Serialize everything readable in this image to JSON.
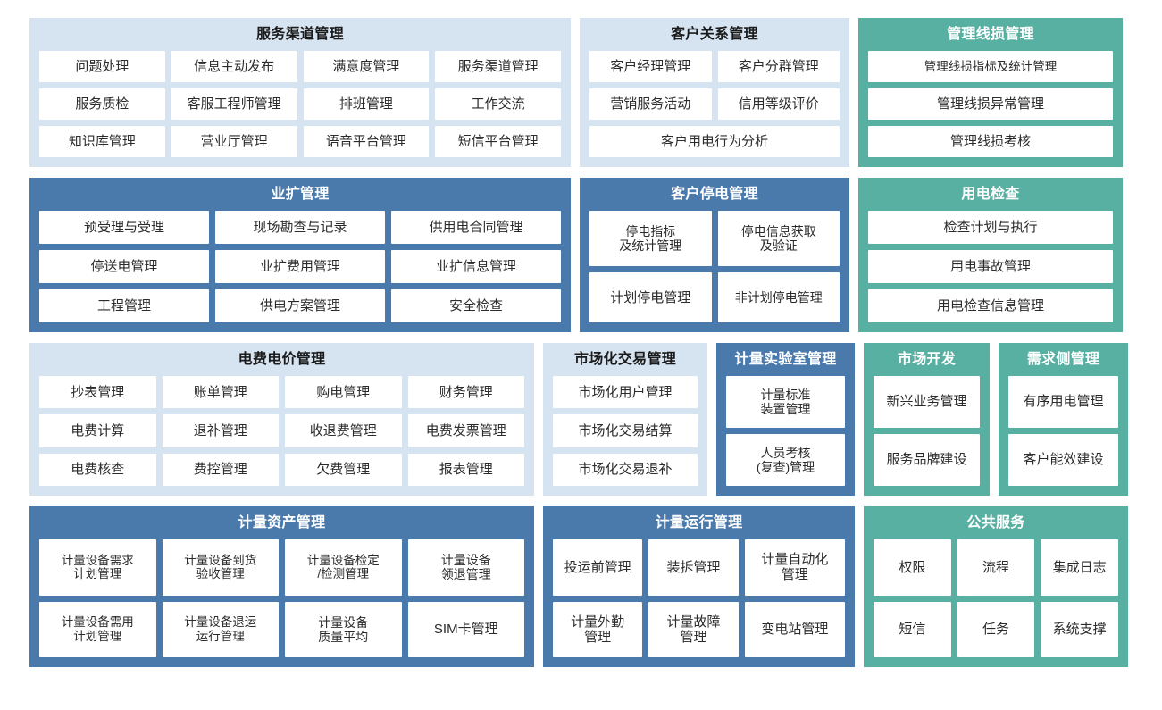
{
  "theme": {
    "light_blue": "#d6e3f0",
    "blue": "#4a7aac",
    "teal": "#57b0a1",
    "tile_bg": "#ffffff",
    "page_bg": "#ffffff"
  },
  "rows": [
    {
      "id": "row-1",
      "panels": [
        {
          "id": "service-channel-management",
          "title": "服务渠道管理",
          "style": "lightblue",
          "grid": "g-4x3",
          "tiles": [
            "问题处理",
            "信息主动发布",
            "满意度管理",
            "服务渠道管理",
            "服务质检",
            "客服工程师管理",
            "排班管理",
            "工作交流",
            "知识库管理",
            "营业厅管理",
            "语音平台管理",
            "短信平台管理"
          ]
        },
        {
          "id": "customer-relationship-management",
          "title": "客户关系管理",
          "style": "lightblue",
          "grid": "g-2x2-span",
          "tiles": [
            "客户经理管理",
            "客户分群管理",
            "营销服务活动",
            "信用等级评价",
            "客户用电行为分析"
          ]
        },
        {
          "id": "management-line-loss-management",
          "title": "管理线损管理",
          "style": "teal",
          "grid": "g-1x3",
          "tiles": [
            "管理线损指标及统计管理",
            "管理线损异常管理",
            "管理线损考核"
          ]
        }
      ]
    },
    {
      "id": "row-2",
      "panels": [
        {
          "id": "business-expansion-management",
          "title": "业扩管理",
          "style": "blue",
          "grid": "g-3x3",
          "tiles": [
            "预受理与受理",
            "现场勘查与记录",
            "供用电合同管理",
            "停送电管理",
            "业扩费用管理",
            "业扩信息管理",
            "工程管理",
            "供电方案管理",
            "安全检查"
          ]
        },
        {
          "id": "customer-outage-management",
          "title": "客户停电管理",
          "style": "blue",
          "grid": "g-cust-outage",
          "tiles": [
            "停电指标\n及统计管理",
            "停电信息获取\n及验证",
            "计划停电管理",
            "非计划停电管理"
          ]
        },
        {
          "id": "electricity-usage-inspection",
          "title": "用电检查",
          "style": "teal",
          "grid": "g-1x3",
          "tiles": [
            "检查计划与执行",
            "用电事故管理",
            "用电检查信息管理"
          ]
        }
      ]
    },
    {
      "id": "row-3",
      "panels": [
        {
          "id": "electricity-fee-price-management",
          "title": "电费电价管理",
          "style": "lightblue",
          "grid": "g-4x3",
          "tiles": [
            "抄表管理",
            "账单管理",
            "购电管理",
            "财务管理",
            "电费计算",
            "退补管理",
            "收退费管理",
            "电费发票管理",
            "电费核查",
            "费控管理",
            "欠费管理",
            "报表管理"
          ]
        },
        {
          "id": "market-trading-management",
          "title": "市场化交易管理",
          "style": "lightblue",
          "grid": "g-1x3",
          "tiles": [
            "市场化用户管理",
            "市场化交易结算",
            "市场化交易退补"
          ]
        },
        {
          "id": "metering-laboratory-management",
          "title": "计量实验室管理",
          "style": "blue",
          "grid": "g-1x2",
          "tiles": [
            "计量标准\n装置管理",
            "人员考核\n(复查)管理"
          ]
        },
        {
          "id": "market-development",
          "title": "市场开发",
          "style": "teal",
          "grid": "g-1x2",
          "tiles": [
            "新兴业务管理",
            "服务品牌建设"
          ]
        },
        {
          "id": "demand-side-management",
          "title": "需求侧管理",
          "style": "teal",
          "grid": "g-1x2",
          "tiles": [
            "有序用电管理",
            "客户能效建设"
          ]
        }
      ]
    },
    {
      "id": "row-4",
      "panels": [
        {
          "id": "metering-asset-management",
          "title": "计量资产管理",
          "style": "blue",
          "grid": "g-4x2",
          "tiles": [
            "计量设备需求\n计划管理",
            "计量设备到货\n验收管理",
            "计量设备检定\n/检测管理",
            "计量设备\n领退管理",
            "计量设备需用\n计划管理",
            "计量设备退运\n运行管理",
            "计量设备\n质量平均",
            "SIM卡管理"
          ]
        },
        {
          "id": "metering-operation-management",
          "title": "计量运行管理",
          "style": "blue",
          "grid": "g-meter-run",
          "tiles": [
            "投运前管理",
            "装拆管理",
            "计量自动化\n管理",
            "计量外勤\n管理",
            "计量故障\n管理",
            "变电站管理"
          ]
        },
        {
          "id": "public-service",
          "title": "公共服务",
          "style": "teal",
          "grid": "g-3x2",
          "tiles": [
            "权限",
            "流程",
            "集成日志",
            "短信",
            "任务",
            "系统支撑"
          ]
        }
      ]
    }
  ]
}
